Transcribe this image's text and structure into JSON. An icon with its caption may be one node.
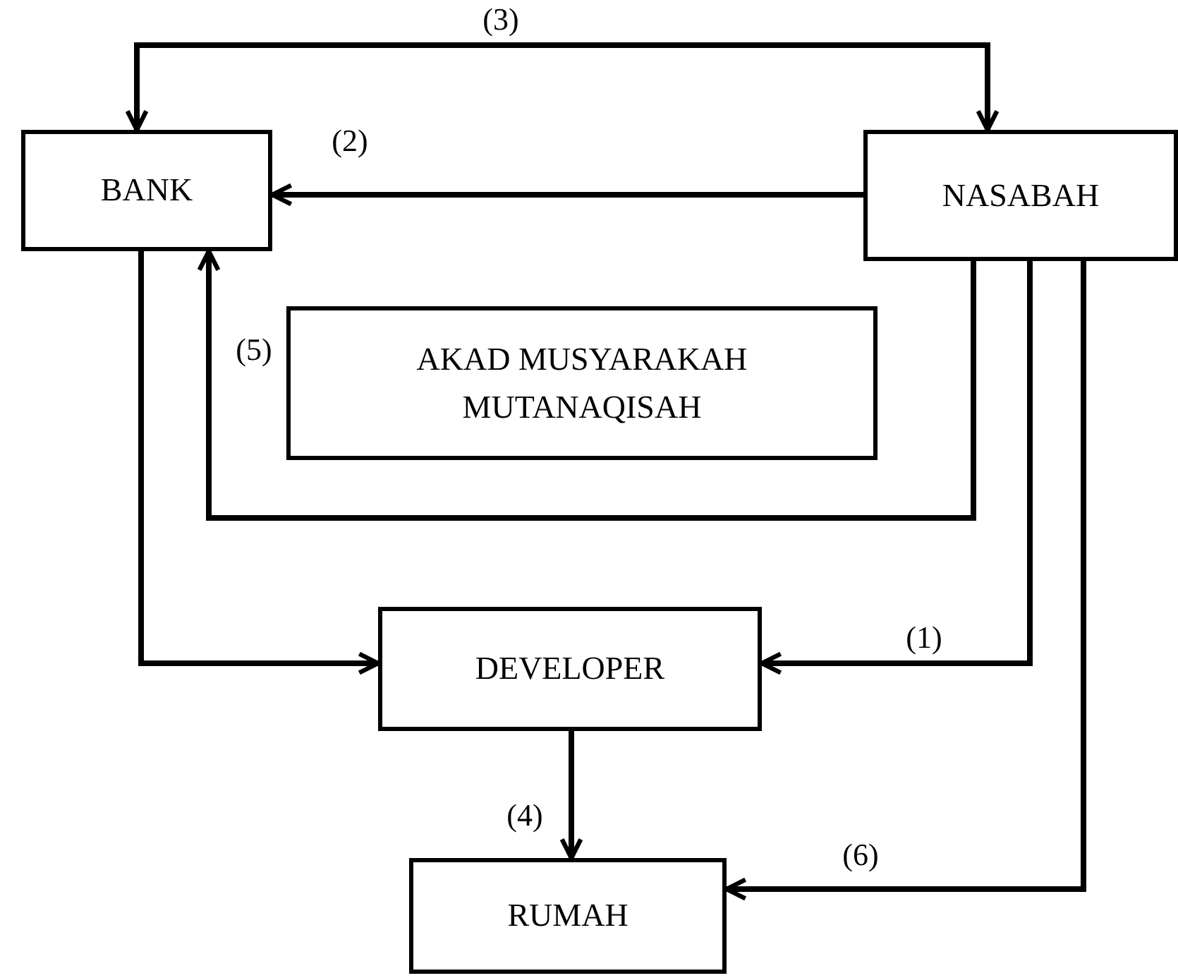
{
  "diagram": {
    "nodes": [
      {
        "text": [
          "BANK"
        ]
      },
      {
        "text": [
          "NASABAH"
        ]
      },
      {
        "text": [
          "AKAD MUSYARAKAH MUTANAQISAH"
        ]
      },
      {
        "text": [
          "DEVELOPER"
        ]
      },
      {
        "text": [
          "RUMAH"
        ]
      }
    ],
    "edges": [
      {
        "from": 0,
        "to": 1,
        "arrow": "both",
        "label": "(3)"
      },
      {
        "from": 1,
        "to": 0,
        "arrow": "to",
        "label": "(2)"
      },
      {
        "from": 1,
        "to": 0,
        "arrow": "to",
        "label": "(5)"
      },
      {
        "from": 0,
        "to": 3,
        "arrow": "to"
      },
      {
        "from": 1,
        "to": 3,
        "arrow": "to",
        "label": "(1)"
      },
      {
        "from": 3,
        "to": 4,
        "arrow": "to",
        "label": "(4)"
      },
      {
        "from": 1,
        "to": 4,
        "arrow": "to",
        "label": "(6)"
      }
    ]
  }
}
